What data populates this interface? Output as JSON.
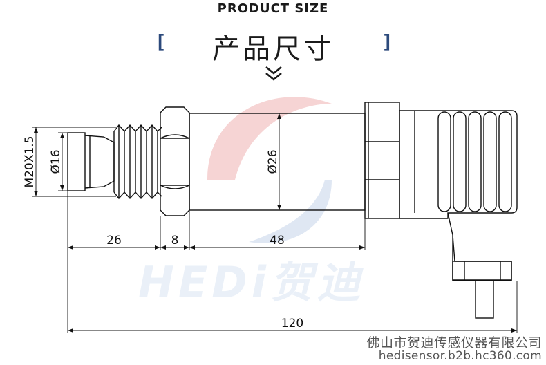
{
  "header": {
    "title_en": "PRODUCT SIZE",
    "title_cn": "产品尺寸",
    "bracket_left": "[",
    "bracket_right": "]"
  },
  "watermark": {
    "text": "HEDi贺迪"
  },
  "dimensions": {
    "thread": "M20X1.5",
    "tip_diameter": "Ø16",
    "body_diameter": "Ø26",
    "length_thread": "26",
    "length_hex": "8",
    "length_body": "48",
    "length_total": "120"
  },
  "footer": {
    "company": "佛山市贺迪传感仪器有限公司",
    "website": "hedisensor.b2b.hc360.com"
  },
  "icons": {
    "chevron": "double-chevron-down-icon",
    "logo": "hedi-logo-watermark"
  },
  "colors": {
    "bracket": "#2c4a7c",
    "line": "#111111",
    "watermark_red": "#f6d4d4",
    "watermark_blue": "#dfe7f3"
  }
}
